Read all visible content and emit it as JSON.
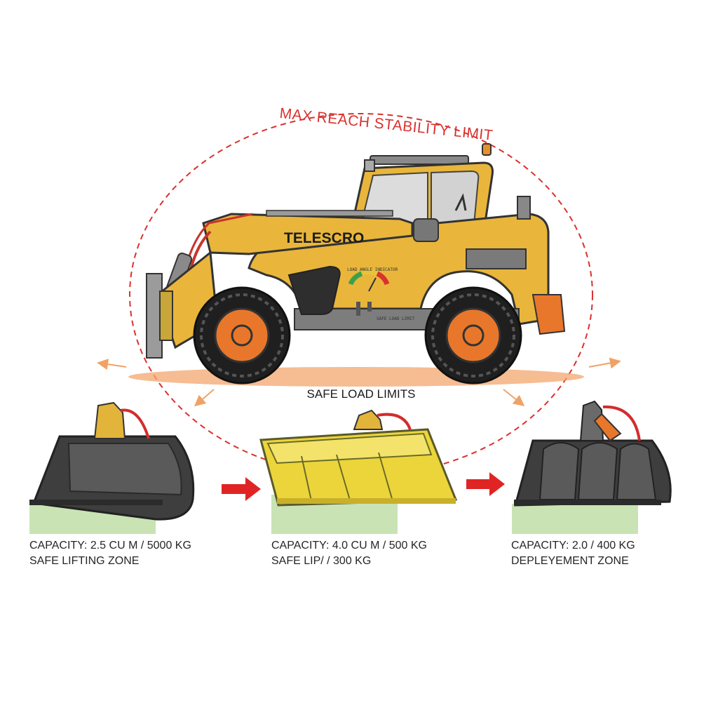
{
  "diagram": {
    "stability_limit_label": "MAX REACH STABILITY LIMIT",
    "safe_load_title": "SAFE LOAD LIMITS",
    "machine": {
      "brand": "TELESCRO",
      "gauge_label": "LOAD ANGLE INDICATOR",
      "panel_label": "SAFE LOAD LIMIT"
    },
    "colors": {
      "boundary": "#d9322e",
      "machine_body": "#e9b63b",
      "wheel_hub": "#e8772b",
      "bucket_highlight": "#ecd53a",
      "ground_zone": "#c9e3b4",
      "arrow": "#e02424"
    },
    "attachments": [
      {
        "name": "general-purpose-bucket",
        "capacity": "CAPACITY: 2.5 CU M / 5000 KG",
        "zone": "SAFE LIFTING ZONE"
      },
      {
        "name": "light-material-bucket",
        "capacity": "CAPACITY: 4.0 CU M / 500 KG",
        "zone": "SAFE LIP/ / 300 KG"
      },
      {
        "name": "grapple-bucket",
        "capacity": "CAPACITY: 2.0 /  400 KG",
        "zone": "DEPLEYEMENT ZONE"
      }
    ]
  }
}
